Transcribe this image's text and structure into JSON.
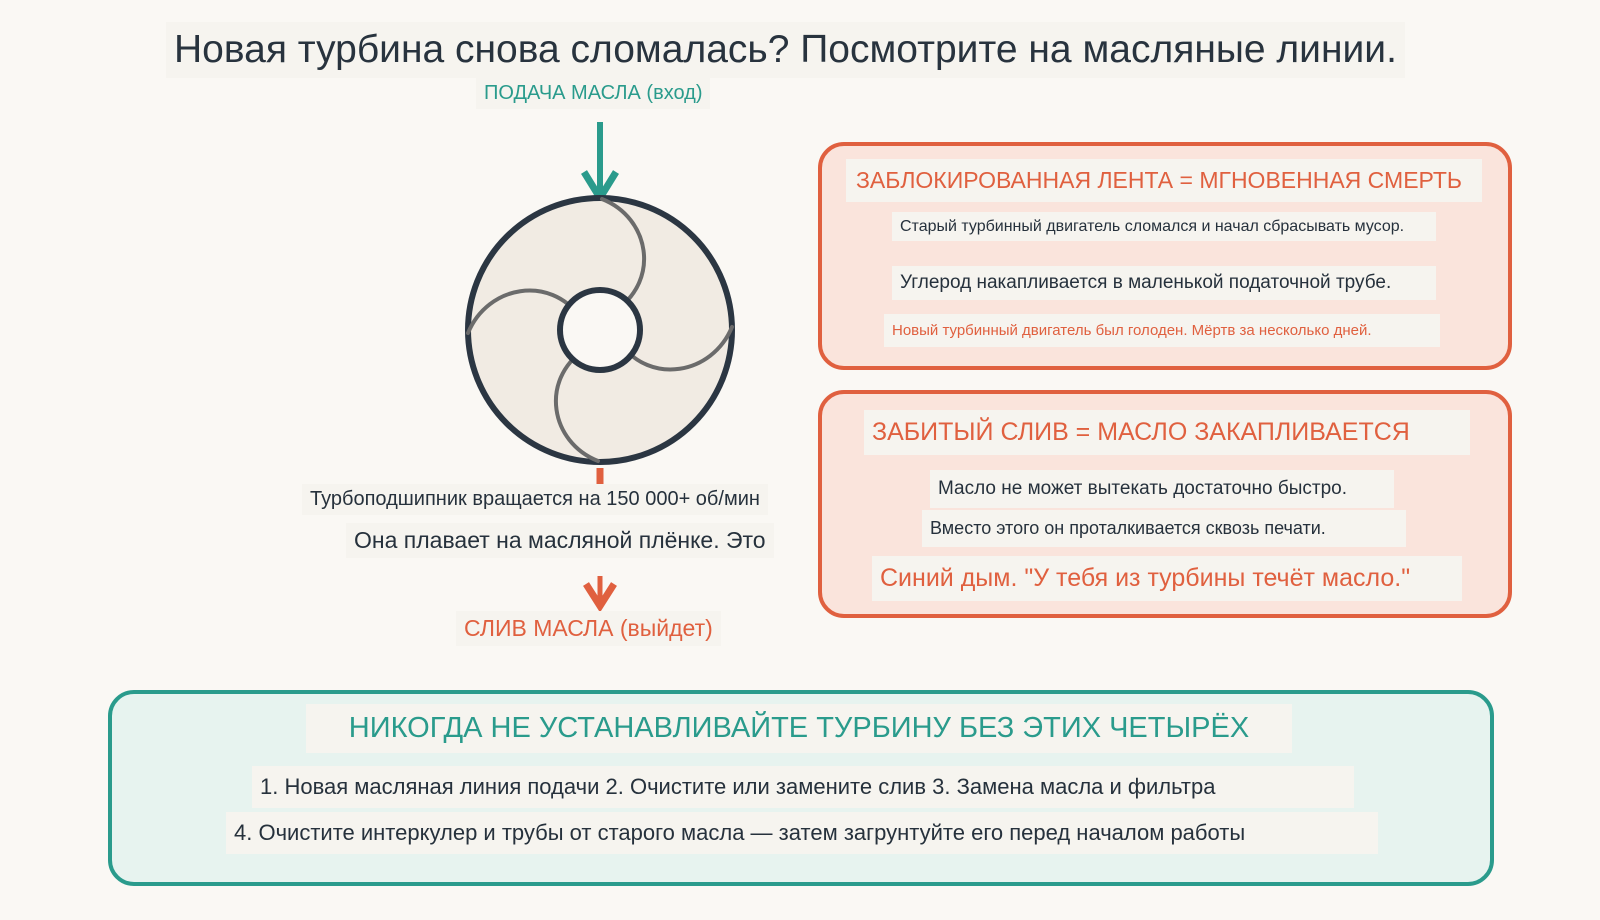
{
  "title": "Новая турбина снова сломалась? Посмотрите на масляные линии.",
  "diagram": {
    "oil_in_label": "ПОДАЧА МАСЛА (вход)",
    "oil_out_label": "СЛИВ МАСЛА (выйдет)",
    "bearing_line_1": "Турбоподшипник вращается на 150 000+ об/мин",
    "bearing_line_2": "Она плавает на масляной плёнке. Это"
  },
  "cards": {
    "blocked": {
      "heading": "ЗАБЛОКИРОВАННАЯ ЛЕНТА = МГНОВЕННАЯ СМЕРТЬ",
      "line_1": "Старый турбинный двигатель сломался и начал сбрасывать мусор.",
      "line_2": "Углерод накапливается в маленькой податочной трубе.",
      "line_3": "Новый турбинный двигатель был голоден. Мёртв за несколько дней."
    },
    "drain": {
      "heading": "ЗАБИТЫЙ СЛИВ = МАСЛО ЗАКАПЛИВАЕТСЯ",
      "line_1": "Масло не может вытекать достаточно быстро.",
      "line_2": "Вместо этого он проталкивается сквозь печати.",
      "line_3": "Синий дым. \"У тебя из турбины течёт масло.\""
    },
    "never": {
      "heading": "НИКОГДА НЕ УСТАНАВЛИВАЙТЕ ТУРБИНУ БЕЗ ЭТИХ ЧЕТЫРЁХ",
      "line_1": "1. Новая масляная линия подачи 2. Очистите или замените слив 3. Замена масла и фильтра",
      "line_2": "4. Очистите интеркулер и трубы от старого масла — затем загрунтуйте его перед началом работы"
    }
  },
  "colors": {
    "teal": "#2a9b8c",
    "coral": "#e0603f",
    "dark": "#26313c",
    "disk_fill": "#f1ebe3",
    "vane": "#6b6b6b",
    "card_warm_bg": "#fae4dc",
    "card_cool_bg": "#e7f3ef",
    "page_bg": "#faf8f4"
  }
}
